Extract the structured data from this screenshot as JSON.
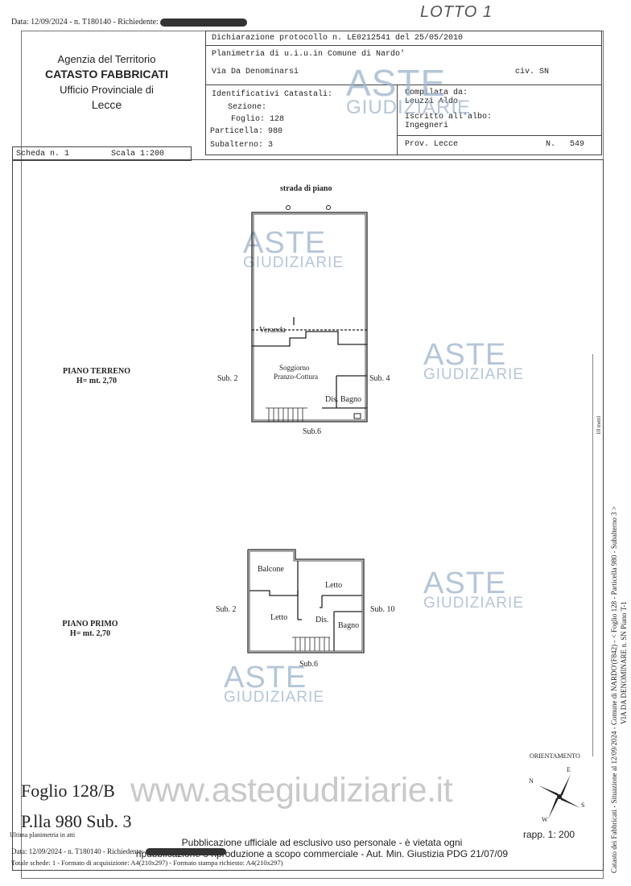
{
  "top_header": {
    "date_line": "Data: 12/09/2024 - n. T180140 - Richiedente:",
    "handwritten": "LOTTO 1"
  },
  "agency": {
    "line1": "Agenzia del Territorio",
    "line2": "CATASTO FABBRICATI",
    "line3": "Ufficio Provinciale di",
    "line4": "Lecce"
  },
  "declaration": {
    "protocollo": "Dichiarazione protocollo n. LE0212541 del  25/05/2010",
    "planimetria": "Planimetria di u.i.u.in Comune di Nardo'",
    "via": "Via Da Denominarsi",
    "civ": "civ. SN",
    "ident_title": "Identificativi Catastali:",
    "sezione": "Sezione:",
    "foglio": "Foglio: 128",
    "particella": "Particella: 980",
    "subalterno": "Subalterno: 3",
    "compilata_label": "Compilata da:",
    "compilata_name": "Leuzzi Aldo",
    "iscritto_label": "Iscritto all'albo:",
    "iscritto_value": "Ingegneri",
    "prov": "Prov. Lecce",
    "n_label": "N.",
    "n_value": "549"
  },
  "scheda": {
    "label": "Scheda n. 1",
    "scala": "Scala 1:200"
  },
  "watermark": {
    "aste": "ASTE",
    "giudiziarie": "GIUDIZIARIE",
    "site": "www.astegiudiziarie.it"
  },
  "plan": {
    "strada": "strada di piano",
    "terreno": {
      "title": "PIANO TERRENO",
      "height": "H= mt. 2,70"
    },
    "primo": {
      "title": "PIANO PRIMO",
      "height": "H= mt. 2,70"
    },
    "ground_rooms": {
      "veranda": "Veranda",
      "soggiorno1": "Soggiorno",
      "soggiorno2": "Pranzo-Cottura",
      "disbagno": "Dis. Bagno",
      "sub2": "Sub. 2",
      "sub4": "Sub. 4",
      "sub6": "Sub.6"
    },
    "first_rooms": {
      "balcone": "Balcone",
      "letto1": "Letto",
      "letto2": "Letto",
      "dis": "Dis.",
      "bagno": "Bagno",
      "sub2": "Sub. 2",
      "sub10": "Sub. 10",
      "sub6": "Sub.6"
    },
    "orientamento": "ORIENTAMENTO",
    "compass": {
      "n": "N",
      "e": "E",
      "s": "S",
      "w": "W"
    },
    "rapp": "rapp. 1: 200"
  },
  "side_text": {
    "line1": "Catasto dei Fabbricati - Situazione al 12/09/2024 - Comune di NARDO'(F842) - < Foglio 128 - Particella 980 - Subalterno 3 >",
    "line2": "VIA DA DENOMINARE n. SN Piano T-1",
    "small": "10 metri"
  },
  "footer": {
    "foglio": "Foglio 128/B",
    "plla": "P.lla 980 Sub. 3",
    "ultima": "Ultima planimetria in atti",
    "data": "Data: 12/09/2024 - n. T180140 - Richiedente:",
    "totale": "Totale schede: 1 - Formato di acquisizione: A4(210x297) - Formato stampa richiesto: A4(210x297)",
    "pub1": "Pubblicazione ufficiale ad esclusivo uso personale - è vietata ogni",
    "pub2": "ripubblicazione o riproduzione a scopo commerciale - Aut. Min. Giustizia PDG 21/07/09"
  }
}
